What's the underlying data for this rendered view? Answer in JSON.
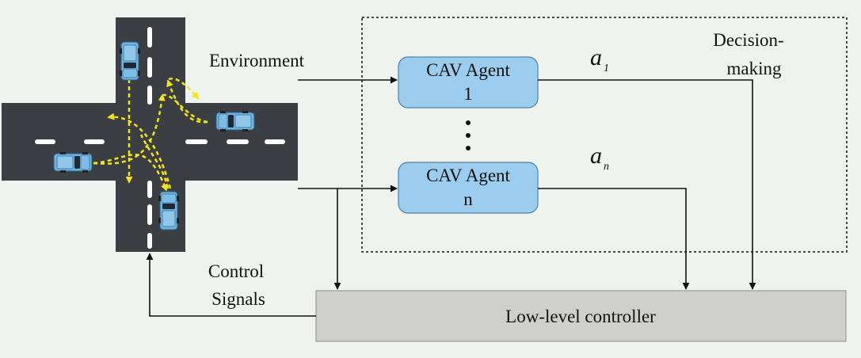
{
  "labels": {
    "environment": "Environment",
    "decision_line1": "Decision-",
    "decision_line2": "making",
    "control_line1": "Control",
    "control_line2": "Signals"
  },
  "agents": [
    {
      "line1": "CAV Agent",
      "line2": "1",
      "action_symbol": "a",
      "action_subscript": "1"
    },
    {
      "line1": "CAV Agent",
      "line2": "n",
      "action_symbol": "a",
      "action_subscript": "n"
    }
  ],
  "ellipsis": "⋮",
  "controller": {
    "label": "Low-level controller"
  },
  "colors": {
    "background": "#eef3ee",
    "road": "#3b3f44",
    "lane_marking": "#ffffff",
    "vehicle": "#6cb4e4",
    "trajectory": "#f2e51b",
    "agent_box": "#9ccdee",
    "controller_box": "#cfcfcb"
  }
}
